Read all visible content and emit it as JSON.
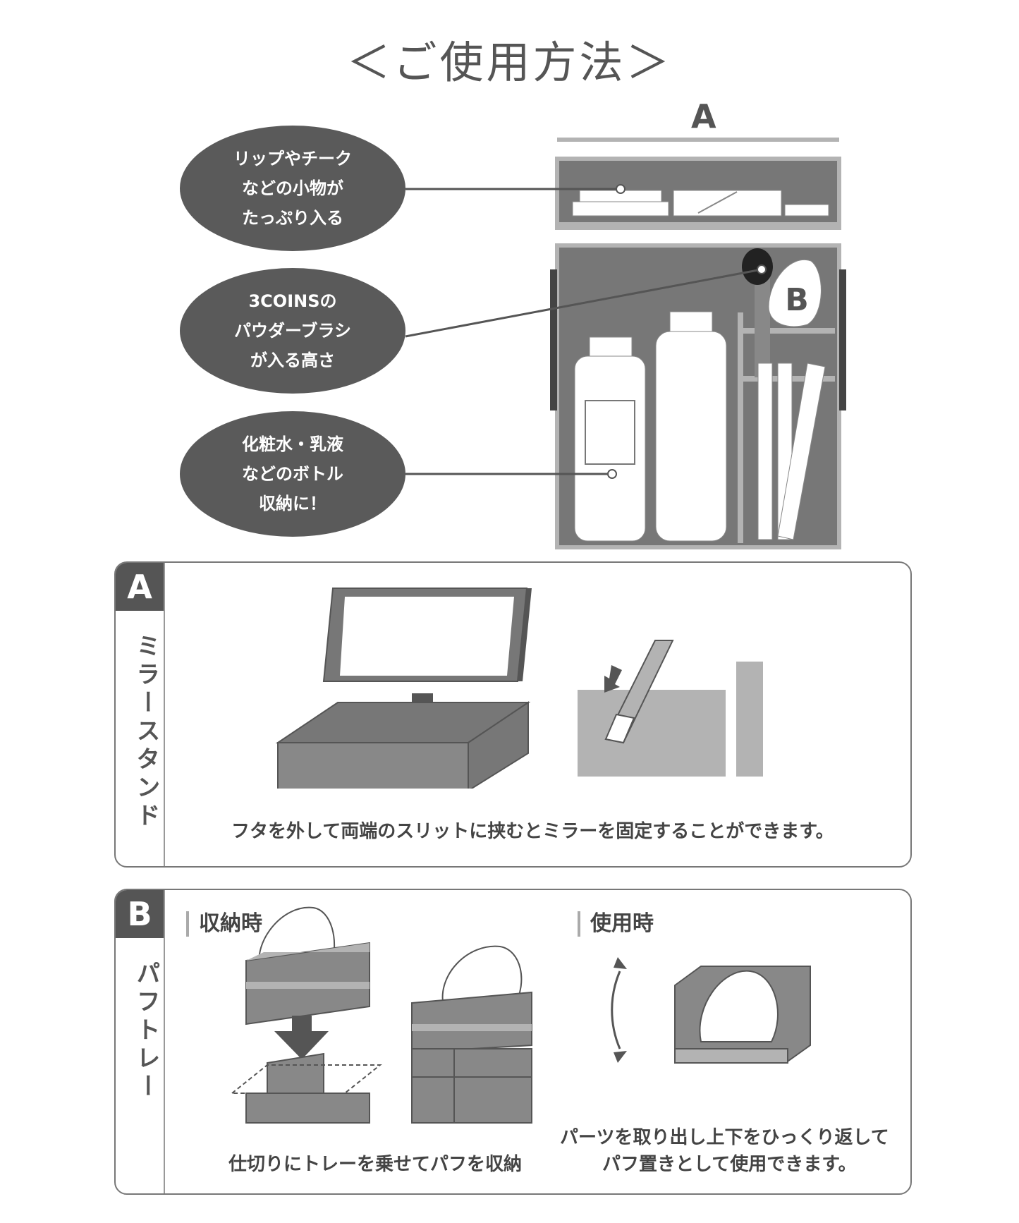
{
  "title": "＜ご使用方法＞",
  "main_diagram": {
    "label_a": "A",
    "label_b": "B"
  },
  "callouts": [
    {
      "lines": [
        "リップやチーク",
        "などの小物が",
        "たっぷり入る"
      ]
    },
    {
      "lines": [
        "3COINSの",
        "パウダーブラシ",
        "が入る高さ"
      ]
    },
    {
      "lines": [
        "化粧水・乳液",
        "などのボトル",
        "収納に！"
      ]
    }
  ],
  "panel_a": {
    "letter": "A",
    "side_title": "ミラースタンド",
    "caption": "フタを外して両端のスリットに挟むとミラーを固定することができます。"
  },
  "panel_b": {
    "letter": "B",
    "side_title": "パフトレー",
    "storage_heading": "収納時",
    "use_heading": "使用時",
    "storage_caption": "仕切りにトレーを乗せてパフを収納",
    "use_caption_line1": "パーツを取り出し上下をひっくり返して",
    "use_caption_line2": "パフ置きとして使用できます。"
  },
  "colors": {
    "dark_gray": "#5a5a5a",
    "mid_gray": "#777777",
    "light_gray": "#b3b3b3",
    "white": "#ffffff"
  }
}
